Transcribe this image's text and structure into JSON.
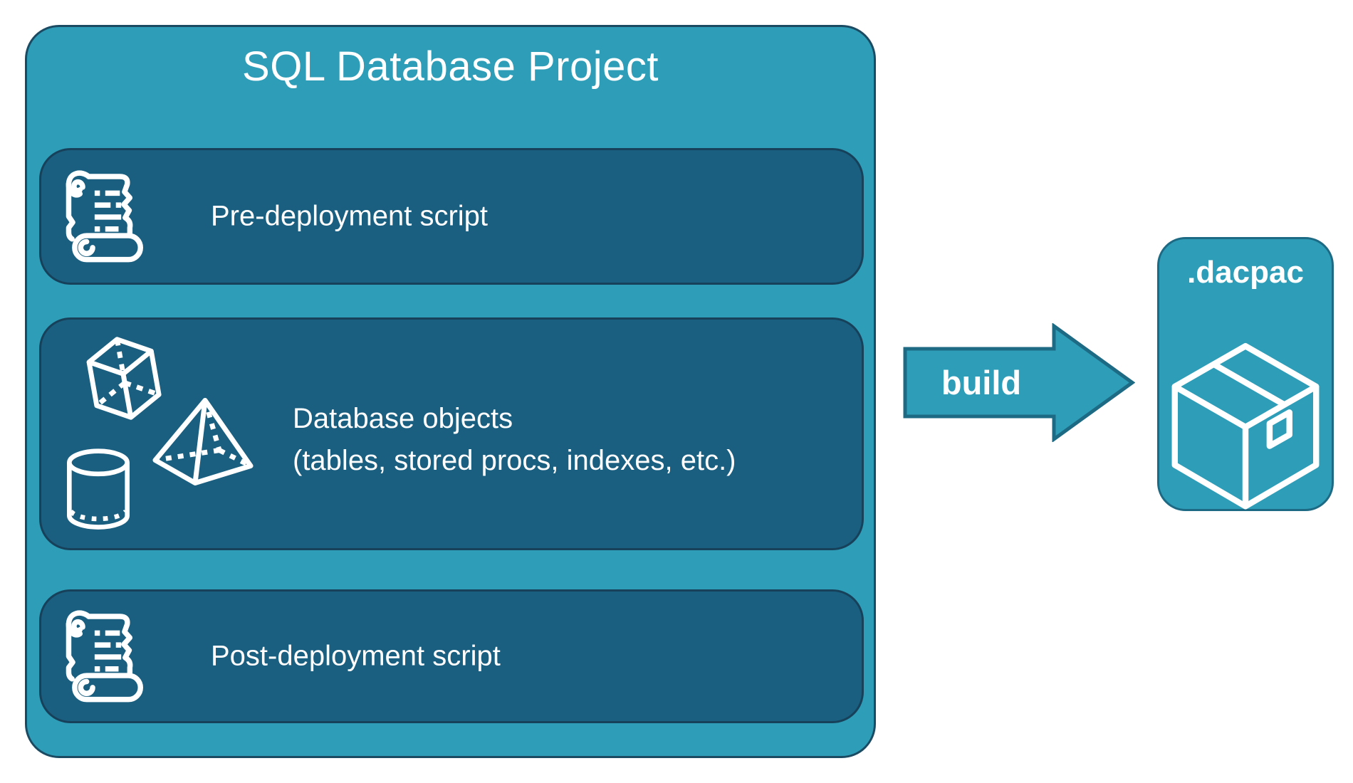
{
  "diagram": {
    "title": "SQL Database Project",
    "boxes": [
      {
        "id": "pre-deployment",
        "label": "Pre-deployment script",
        "icon": "scroll-icon"
      },
      {
        "id": "database-objects",
        "label_line1": "Database objects",
        "label_line2": "(tables, stored procs, indexes, etc.)",
        "icons": [
          "cube-icon",
          "pyramid-icon",
          "cylinder-icon"
        ]
      },
      {
        "id": "post-deployment",
        "label": "Post-deployment script",
        "icon": "scroll-icon"
      }
    ],
    "arrow": {
      "label": "build"
    },
    "output": {
      "label": ".dacpac",
      "icon": "package-icon"
    }
  },
  "colors": {
    "canvas": "#FFFFFF",
    "outer-fill": "#2E9DB8",
    "outer-border": "#1B4B63",
    "panel-fill": "#1A5F80",
    "panel-border": "#17415A",
    "arrow-fill": "#2E9DB8",
    "arrow-border": "#1D6A84",
    "text": "#FFFFFF"
  }
}
